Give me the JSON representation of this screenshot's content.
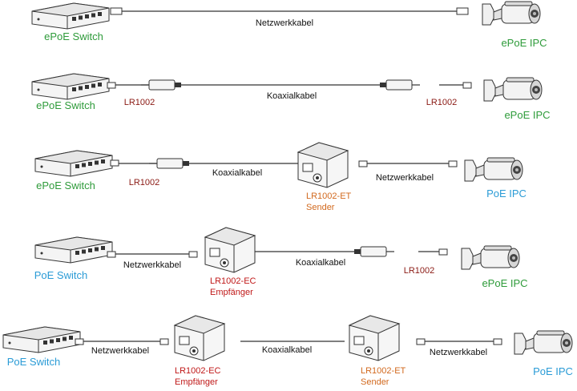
{
  "colors": {
    "epoe": "#2e9b3a",
    "poe": "#2a9bd6",
    "part": "#8b1a14",
    "sender": "#d2691e",
    "receiver": "#c01818",
    "cable_label": "#111111",
    "line": "#333333"
  },
  "rows": [
    {
      "switch_label": "ePoE Switch",
      "camera_label": "ePoE IPC",
      "cables": [
        "Netzwerkkabel"
      ],
      "parts": []
    },
    {
      "switch_label": "ePoE Switch",
      "camera_label": "ePoE IPC",
      "cables": [
        "Koaxialkabel"
      ],
      "parts": [
        "LR1002",
        "LR1002"
      ]
    },
    {
      "switch_label": "ePoE Switch",
      "camera_label": "PoE IPC",
      "cables": [
        "Koaxialkabel",
        "Netzwerkkabel"
      ],
      "parts": [
        "LR1002"
      ],
      "converters": [
        {
          "model": "LR1002-ET",
          "role": "Sender"
        }
      ]
    },
    {
      "switch_label": "PoE Switch",
      "camera_label": "ePoE IPC",
      "cables": [
        "Netzwerkkabel",
        "Koaxialkabel"
      ],
      "parts": [
        "LR1002"
      ],
      "converters": [
        {
          "model": "LR1002-EC",
          "role": "Empfänger"
        }
      ]
    },
    {
      "switch_label": "PoE Switch",
      "camera_label": "PoE IPC",
      "cables": [
        "Netzwerkkabel",
        "Koaxialkabel",
        "Netzwerkkabel"
      ],
      "parts": [],
      "converters": [
        {
          "model": "LR1002-EC",
          "role": "Empfänger"
        },
        {
          "model": "LR1002-ET",
          "role": "Sender"
        }
      ]
    }
  ]
}
